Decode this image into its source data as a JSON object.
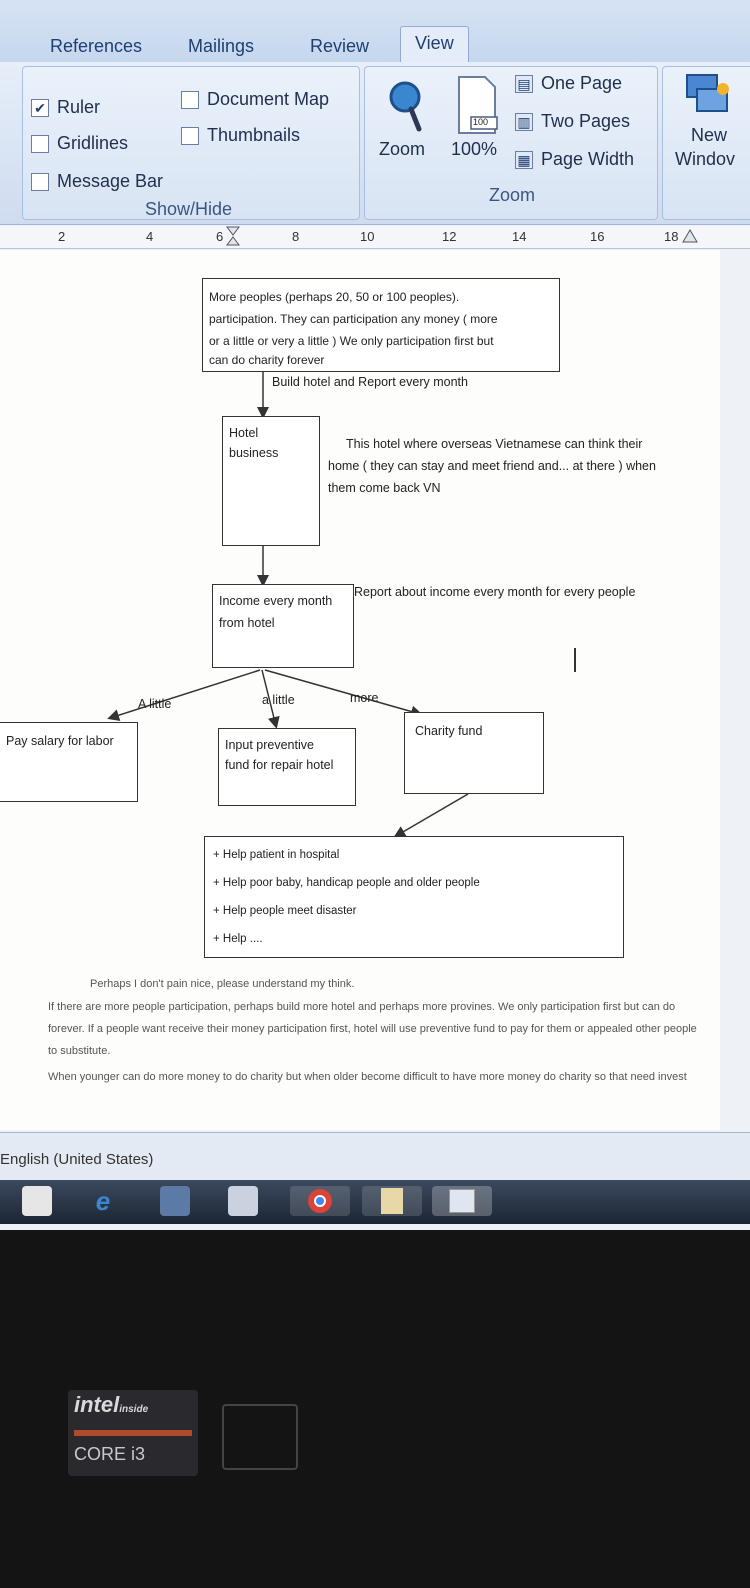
{
  "ribbon": {
    "tabs": [
      "References",
      "Mailings",
      "Review",
      "View"
    ],
    "show_hide": {
      "label": "Show/Hide",
      "ruler": "Ruler",
      "gridlines": "Gridlines",
      "message_bar": "Message Bar",
      "document_map": "Document Map",
      "thumbnails": "Thumbnails"
    },
    "zoom": {
      "label": "Zoom",
      "zoom_btn": "Zoom",
      "percent_btn": "100%",
      "icon_badge": "100",
      "one_page": "One Page",
      "two_pages": "Two Pages",
      "page_width": "Page Width"
    },
    "new_window": [
      "New",
      "Windov"
    ]
  },
  "ruler": {
    "ticks": [
      "2",
      "4",
      "6",
      "8",
      "10",
      "12",
      "14",
      "16",
      "18"
    ]
  },
  "document": {
    "top_box": [
      "More peoples (perhaps 20, 50 or 100 peoples).",
      "participation. They can participation any money ( more",
      "or a little or very a little ) We only participation first but",
      "can do charity forever"
    ],
    "arrow1_label": "Build hotel and Report every month",
    "hotel_box": [
      "Hotel",
      "business"
    ],
    "hotel_note": [
      "This hotel where overseas Vietnamese can think their",
      "home ( they can stay and meet friend and... at there ) when",
      "them come back VN"
    ],
    "income_box": [
      "Income every month",
      "from hotel"
    ],
    "income_note": "Report about income every month for every people",
    "branch_labels": [
      "A little",
      "a little",
      "more"
    ],
    "salary_box": "Pay salary for labor",
    "preventive_box": [
      "Input preventive",
      "fund for repair hotel"
    ],
    "charity_box": "Charity fund",
    "help_list": [
      "+ Help patient in hospital",
      "+ Help poor baby, handicap people and older people",
      "+ Help people meet disaster",
      "+ Help ...."
    ],
    "paragraphs": [
      "Perhaps I don't pain nice, please understand my think.",
      "If there are more people participation, perhaps build more hotel and perhaps more provines. We only participation first but can do forever. If a people want receive their money participation first, hotel will use preventive fund to pay for them or appealed other people to substitute.",
      "When younger can do more money to do charity but when older become difficult to have more money do charity so that need invest"
    ]
  },
  "status": {
    "language": "English (United States)"
  },
  "sticker": {
    "brand": "intel",
    "inside": "inside",
    "core": "CORE i3"
  }
}
